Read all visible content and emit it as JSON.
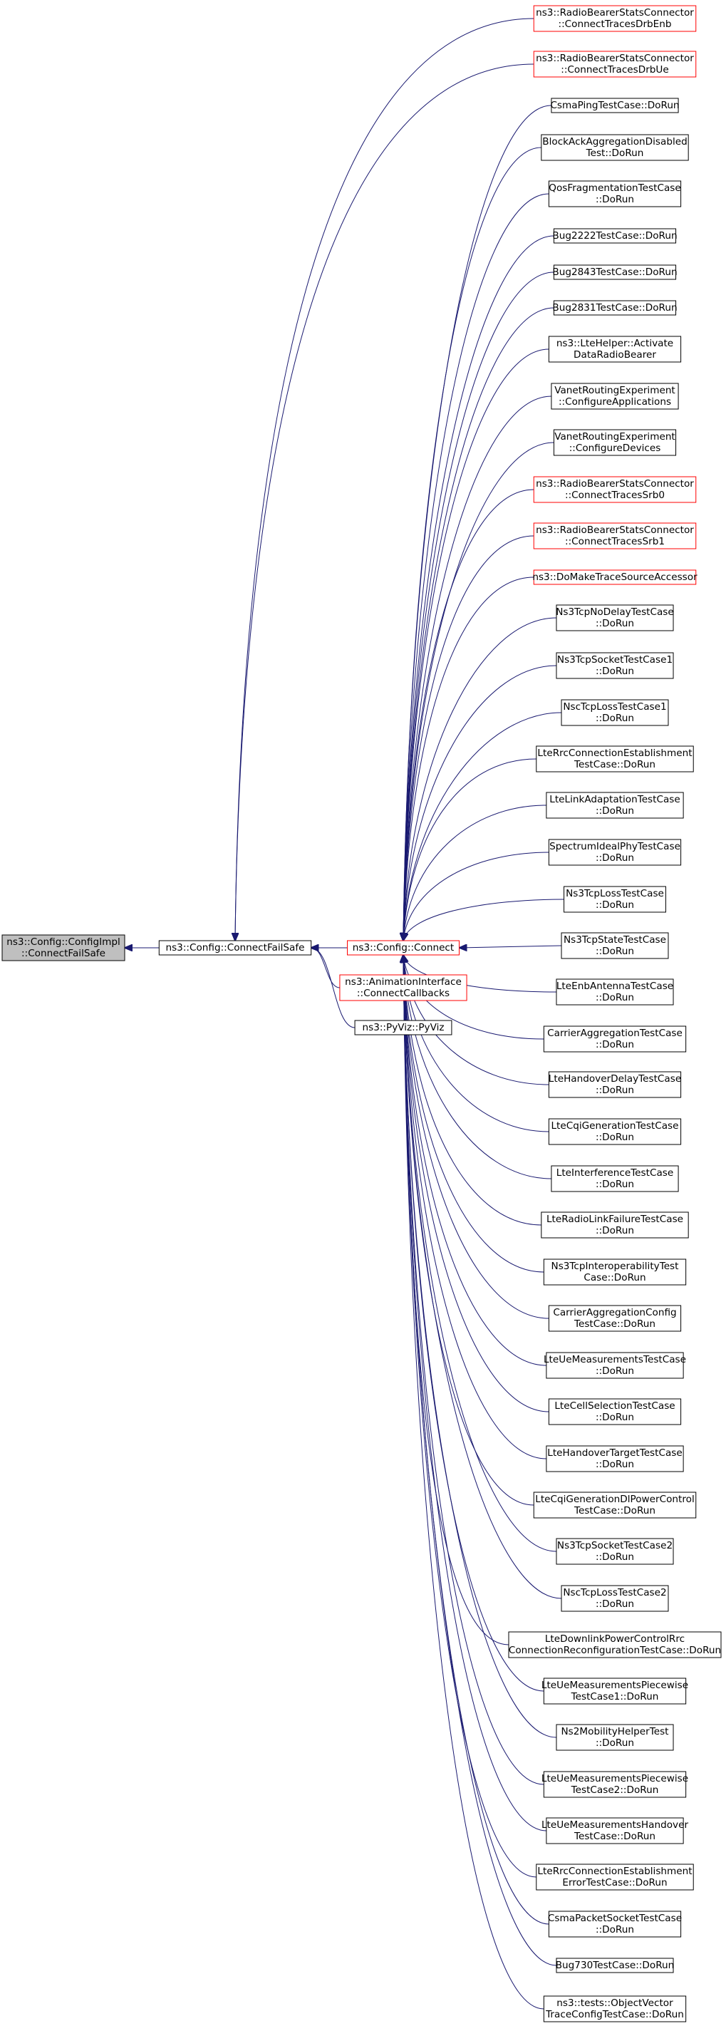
{
  "colors": {
    "edge": "#191970",
    "node_border_default": "#000000",
    "node_border_truncated": "#ff0000",
    "root_fill": "#bfbfbf",
    "node_fill": "#ffffff"
  },
  "root": {
    "lines": [
      "ns3::Config::ConfigImpl",
      "::ConnectFailSafe"
    ]
  },
  "level1": [
    {
      "id": "connectfailsafe",
      "lines": [
        "ns3::Config::ConnectFailSafe"
      ],
      "truncated": false
    }
  ],
  "level2": [
    {
      "id": "connect",
      "lines": [
        "ns3::Config::Connect"
      ],
      "truncated": true
    },
    {
      "id": "animcallbacks",
      "lines": [
        "ns3::AnimationInterface",
        "::ConnectCallbacks"
      ],
      "truncated": true
    },
    {
      "id": "pyviz",
      "lines": [
        "ns3::PyViz::PyViz"
      ],
      "truncated": false
    }
  ],
  "callers": [
    {
      "lines": [
        "ns3::RadioBearerStatsConnector",
        "::ConnectTracesDrbEnb"
      ],
      "truncated": true,
      "parent": "connectfailsafe"
    },
    {
      "lines": [
        "ns3::RadioBearerStatsConnector",
        "::ConnectTracesDrbUe"
      ],
      "truncated": true,
      "parent": "connectfailsafe"
    },
    {
      "lines": [
        "CsmaPingTestCase::DoRun"
      ],
      "truncated": false,
      "parent": "connect"
    },
    {
      "lines": [
        "BlockAckAggregationDisabled",
        "Test::DoRun"
      ],
      "truncated": false,
      "parent": "connect"
    },
    {
      "lines": [
        "QosFragmentationTestCase",
        "::DoRun"
      ],
      "truncated": false,
      "parent": "connect"
    },
    {
      "lines": [
        "Bug2222TestCase::DoRun"
      ],
      "truncated": false,
      "parent": "connect"
    },
    {
      "lines": [
        "Bug2843TestCase::DoRun"
      ],
      "truncated": false,
      "parent": "connect"
    },
    {
      "lines": [
        "Bug2831TestCase::DoRun"
      ],
      "truncated": false,
      "parent": "connect"
    },
    {
      "lines": [
        "ns3::LteHelper::Activate",
        "DataRadioBearer"
      ],
      "truncated": false,
      "parent": "connect"
    },
    {
      "lines": [
        "VanetRoutingExperiment",
        "::ConfigureApplications"
      ],
      "truncated": false,
      "parent": "connect"
    },
    {
      "lines": [
        "VanetRoutingExperiment",
        "::ConfigureDevices"
      ],
      "truncated": false,
      "parent": "connect"
    },
    {
      "lines": [
        "ns3::RadioBearerStatsConnector",
        "::ConnectTracesSrb0"
      ],
      "truncated": true,
      "parent": "connect"
    },
    {
      "lines": [
        "ns3::RadioBearerStatsConnector",
        "::ConnectTracesSrb1"
      ],
      "truncated": true,
      "parent": "connect"
    },
    {
      "lines": [
        "ns3::DoMakeTraceSourceAccessor"
      ],
      "truncated": true,
      "parent": "connect"
    },
    {
      "lines": [
        "Ns3TcpNoDelayTestCase",
        "::DoRun"
      ],
      "truncated": false,
      "parent": "connect"
    },
    {
      "lines": [
        "Ns3TcpSocketTestCase1",
        "::DoRun"
      ],
      "truncated": false,
      "parent": "connect"
    },
    {
      "lines": [
        "NscTcpLossTestCase1",
        "::DoRun"
      ],
      "truncated": false,
      "parent": "connect"
    },
    {
      "lines": [
        "LteRrcConnectionEstablishment",
        "TestCase::DoRun"
      ],
      "truncated": false,
      "parent": "connect"
    },
    {
      "lines": [
        "LteLinkAdaptationTestCase",
        "::DoRun"
      ],
      "truncated": false,
      "parent": "connect"
    },
    {
      "lines": [
        "SpectrumIdealPhyTestCase",
        "::DoRun"
      ],
      "truncated": false,
      "parent": "connect"
    },
    {
      "lines": [
        "Ns3TcpLossTestCase",
        "::DoRun"
      ],
      "truncated": false,
      "parent": "connect"
    },
    {
      "lines": [
        "Ns3TcpStateTestCase",
        "::DoRun"
      ],
      "truncated": false,
      "parent": "connect"
    },
    {
      "lines": [
        "LteEnbAntennaTestCase",
        "::DoRun"
      ],
      "truncated": false,
      "parent": "connect"
    },
    {
      "lines": [
        "CarrierAggregationTestCase",
        "::DoRun"
      ],
      "truncated": false,
      "parent": "connect"
    },
    {
      "lines": [
        "LteHandoverDelayTestCase",
        "::DoRun"
      ],
      "truncated": false,
      "parent": "connect"
    },
    {
      "lines": [
        "LteCqiGenerationTestCase",
        "::DoRun"
      ],
      "truncated": false,
      "parent": "connect"
    },
    {
      "lines": [
        "LteInterferenceTestCase",
        "::DoRun"
      ],
      "truncated": false,
      "parent": "connect"
    },
    {
      "lines": [
        "LteRadioLinkFailureTestCase",
        "::DoRun"
      ],
      "truncated": false,
      "parent": "connect"
    },
    {
      "lines": [
        "Ns3TcpInteroperabilityTest",
        "Case::DoRun"
      ],
      "truncated": false,
      "parent": "connect"
    },
    {
      "lines": [
        "CarrierAggregationConfig",
        "TestCase::DoRun"
      ],
      "truncated": false,
      "parent": "connect"
    },
    {
      "lines": [
        "LteUeMeasurementsTestCase",
        "::DoRun"
      ],
      "truncated": false,
      "parent": "connect"
    },
    {
      "lines": [
        "LteCellSelectionTestCase",
        "::DoRun"
      ],
      "truncated": false,
      "parent": "connect"
    },
    {
      "lines": [
        "LteHandoverTargetTestCase",
        "::DoRun"
      ],
      "truncated": false,
      "parent": "connect"
    },
    {
      "lines": [
        "LteCqiGenerationDlPowerControl",
        "TestCase::DoRun"
      ],
      "truncated": false,
      "parent": "connect"
    },
    {
      "lines": [
        "Ns3TcpSocketTestCase2",
        "::DoRun"
      ],
      "truncated": false,
      "parent": "connect"
    },
    {
      "lines": [
        "NscTcpLossTestCase2",
        "::DoRun"
      ],
      "truncated": false,
      "parent": "connect"
    },
    {
      "lines": [
        "LteDownlinkPowerControlRrc",
        "ConnectionReconfigurationTestCase::DoRun"
      ],
      "truncated": false,
      "parent": "connect"
    },
    {
      "lines": [
        "LteUeMeasurementsPiecewise",
        "TestCase1::DoRun"
      ],
      "truncated": false,
      "parent": "connect"
    },
    {
      "lines": [
        "Ns2MobilityHelperTest",
        "::DoRun"
      ],
      "truncated": false,
      "parent": "connect"
    },
    {
      "lines": [
        "LteUeMeasurementsPiecewise",
        "TestCase2::DoRun"
      ],
      "truncated": false,
      "parent": "connect"
    },
    {
      "lines": [
        "LteUeMeasurementsHandover",
        "TestCase::DoRun"
      ],
      "truncated": false,
      "parent": "connect"
    },
    {
      "lines": [
        "LteRrcConnectionEstablishment",
        "ErrorTestCase::DoRun"
      ],
      "truncated": false,
      "parent": "connect"
    },
    {
      "lines": [
        "CsmaPacketSocketTestCase",
        "::DoRun"
      ],
      "truncated": false,
      "parent": "connect"
    },
    {
      "lines": [
        "Bug730TestCase::DoRun"
      ],
      "truncated": false,
      "parent": "connect"
    },
    {
      "lines": [
        "ns3::tests::ObjectVector",
        "TraceConfigTestCase::DoRun"
      ],
      "truncated": false,
      "parent": "connect"
    }
  ]
}
